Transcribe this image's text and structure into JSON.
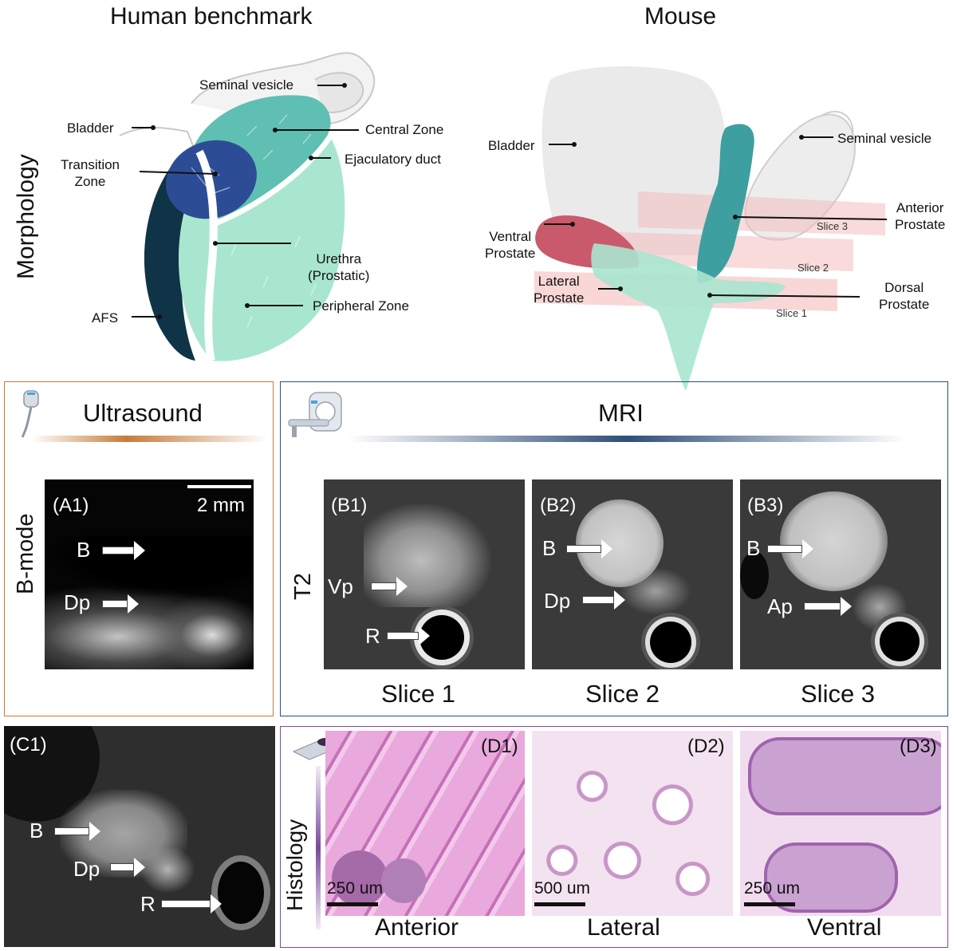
{
  "titles": {
    "human": "Human benchmark",
    "mouse": "Mouse",
    "morphology": "Morphology"
  },
  "human_labels": {
    "seminal_vesicle": "Seminal vesicle",
    "bladder": "Bladder",
    "central_zone": "Central Zone",
    "ejaculatory_duct": "Ejaculatory duct",
    "transition_zone_1": "Transition",
    "transition_zone_2": "Zone",
    "urethra_1": "Urethra",
    "urethra_2": "(Prostatic)",
    "peripheral_zone": "Peripheral Zone",
    "afs": "AFS"
  },
  "mouse_labels": {
    "bladder": "Bladder",
    "seminal_vesicle": "Seminal vesicle",
    "anterior_1": "Anterior",
    "anterior_2": "Prostate",
    "ventral_1": "Ventral",
    "ventral_2": "Prostate",
    "lateral_1": "Lateral",
    "lateral_2": "Prostate",
    "dorsal_1": "Dorsal",
    "dorsal_2": "Prostate",
    "slice1": "Slice 1",
    "slice2": "Slice 2",
    "slice3": "Slice 3"
  },
  "ultrasound": {
    "title": "Ultrasound",
    "mode": "B-mode",
    "panel": "(A1)",
    "scale": "2 mm",
    "b": "B",
    "dp": "Dp"
  },
  "mri": {
    "title": "MRI",
    "seq": "T2",
    "b1": "(B1)",
    "b2": "(B2)",
    "b3": "(B3)",
    "vp": "Vp",
    "r": "R",
    "b": "B",
    "dp": "Dp",
    "ap": "Ap",
    "cap1": "Slice 1",
    "cap2": "Slice 2",
    "cap3": "Slice 3"
  },
  "ct": {
    "panel": "(C1)",
    "b": "B",
    "dp": "Dp",
    "r": "R"
  },
  "histology": {
    "title": "Histology",
    "d1": "(D1)",
    "d2": "(D2)",
    "d3": "(D3)",
    "s1": "250 um",
    "s2": "500 um",
    "s3": "250 um",
    "cap1": "Anterior",
    "cap2": "Lateral",
    "cap3": "Ventral"
  },
  "colors": {
    "ultrasound_frame": "#c77b3c",
    "mri_frame": "#2f4e7a",
    "histology_frame": "#7a4a9a",
    "central_zone": "#5fbfb3",
    "transition_zone": "#2c4d95",
    "peripheral_zone": "#a9e6cf",
    "afs": "#0f3347",
    "ventral_prostate": "#c95a6b",
    "anterior_prostate": "#3d9fa0"
  }
}
